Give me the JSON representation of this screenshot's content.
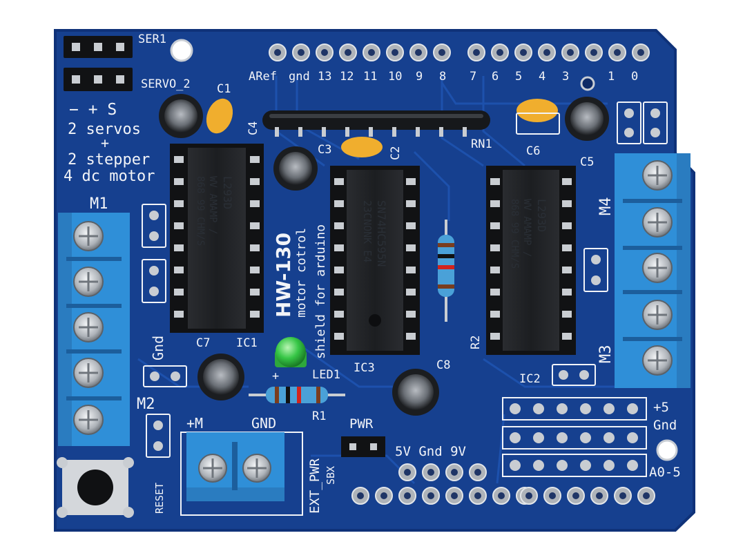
{
  "colors": {
    "pcb": "#16408f",
    "pcb_edge": "#0f3279",
    "silkscreen": "#f2f4f8",
    "terminal": "#2f8fd8",
    "chip": "#1d1f22",
    "header_pin": "#c9cdd2",
    "cap_yellow": "#f0ae2e",
    "led_green": "#36c646"
  },
  "board": {
    "name": "HW-130",
    "subtitle": "motor cotrol",
    "subtitle2": "shield for arduino",
    "description": [
      "2 servos",
      "+",
      "2 stepper",
      "4 dc motor"
    ],
    "servo_pins_label": "− + S"
  },
  "labels": {
    "ser1": "SER1",
    "servo2": "SERVO_2",
    "c1": "C1",
    "c2": "C2",
    "c3": "C3",
    "c4": "C4",
    "c5": "C5",
    "c6": "C6",
    "c7": "C7",
    "c8": "C8",
    "rn1": "RN1",
    "ic1": "IC1",
    "ic2": "IC2",
    "ic3": "IC3",
    "r1": "R1",
    "r2": "R2",
    "led1": "LED1",
    "m1": "M1",
    "m2": "M2",
    "m3": "M3",
    "m4": "M4",
    "gnd": "Gnd",
    "plus_m": "+M",
    "gnd_caps": "GND",
    "ext_pwr": "EXT_PWR",
    "sbx": "SBX",
    "pwr": "PWR",
    "pwr_pins": "5V Gnd 9V",
    "plus5": "+5",
    "gnd_right": "Gnd",
    "a0_5": "A0-5",
    "reset": "RESET",
    "led_plus": "+"
  },
  "header_pins_top_left": [
    "ARef",
    "gnd",
    "13",
    "12",
    "11",
    "10",
    "9",
    "8"
  ],
  "header_pins_top_right": [
    "7",
    "6",
    "5",
    "4",
    "3",
    "1",
    "0"
  ],
  "chips": {
    "ic1": {
      "lines": [
        "L293D",
        "WV AMAMP /",
        "868 99 CHM/S"
      ]
    },
    "ic3": {
      "lines": [
        "SN74HC595N",
        "23CNONK E4"
      ]
    },
    "ic2": {
      "lines": [
        "L293D",
        "WV AMAMP /",
        "868 99 CHM/S"
      ]
    }
  }
}
